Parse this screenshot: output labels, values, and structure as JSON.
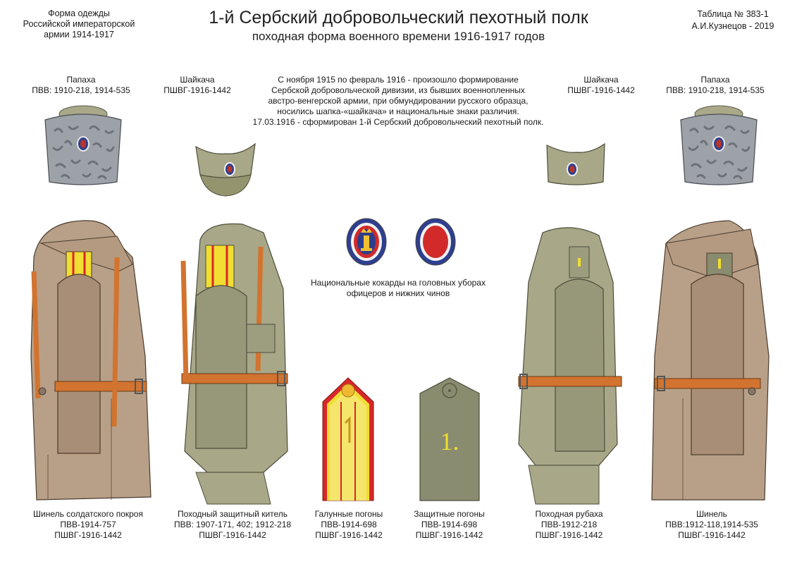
{
  "header": {
    "left": [
      "Форма одежды",
      "Российской императорской",
      "армии  1914-1917"
    ],
    "title": "1-й Сербский добровольческий пехотный полк",
    "subtitle": "походная форма военного времени 1916-1917 годов",
    "right": [
      "Таблица № 383-1",
      "А.И.Кузнецов - 2019"
    ]
  },
  "headgear": {
    "papakha_left": [
      "Папаха",
      "ПВВ: 1910-218, 1914-535"
    ],
    "shaikacha_left": [
      "Шайкача",
      "ПШВГ-1916-1442"
    ],
    "shaikacha_right": [
      "Шайкача",
      "ПШВГ-1916-1442"
    ],
    "papakha_right": [
      "Папаха",
      "ПВВ: 1910-218, 1914-535"
    ]
  },
  "description": [
    "С ноября 1915 по февраль 1916 - произошло формирование",
    "Сербской добровольческой дивизии, из бывших военнопленных",
    "австро-венгерской армии, при обмундировании русского образца,",
    "носились шапка-«шайкача» и национальные знаки различия.",
    "17.03.1916 - сформирован 1-й Сербский добровольческий пехотный полк."
  ],
  "cockades_caption": [
    "Национальные кокарды на головных уборах",
    "офицеров и нижних чинов"
  ],
  "shoulder_boards": {
    "number": "1."
  },
  "captions": {
    "greatcoat_soldier": [
      "Шинель солдатского покроя",
      "ПВВ-1914-757",
      "ПШВГ-1916-1442"
    ],
    "kitel": [
      "Походный защитный китель",
      "ПВВ: 1907-171, 402; 1912-218",
      "ПШВГ-1916-1442"
    ],
    "galun_boards": [
      "Галунные погоны",
      "ПВВ-1914-698",
      "ПШВГ-1916-1442"
    ],
    "field_boards": [
      "Защитные погоны",
      "ПВВ-1914-698",
      "ПШВГ-1916-1442"
    ],
    "rubakha": [
      "Походная рубаха",
      "ПВВ-1912-218",
      "ПШВГ-1916-1442"
    ],
    "greatcoat": [
      "Шинель",
      "ПВВ:1912-118,1914-535",
      "ПШВГ-1916-1442"
    ]
  },
  "colors": {
    "khaki": "#a8a888",
    "greatcoat": "#b89f87",
    "leather": "#d2742f",
    "papakha_grey": "#9da1a8",
    "galun_red": "#d9262a",
    "galun_gold": "#f1de33",
    "cockade_blue": "#2f3f8f"
  }
}
